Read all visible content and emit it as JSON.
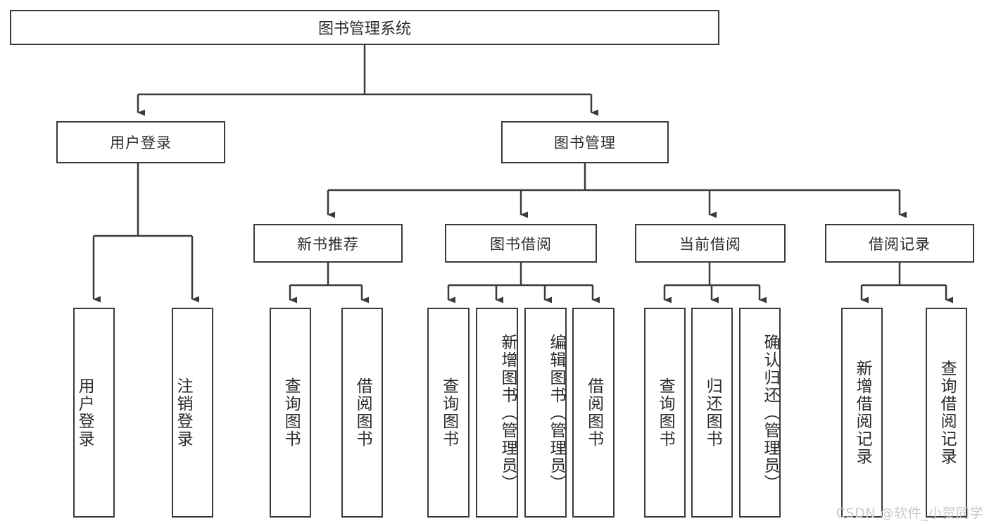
{
  "diagram": {
    "title": "图书管理系统",
    "type": "tree",
    "root": {
      "label": "图书管理系统"
    },
    "level2": [
      {
        "label": "用户登录"
      },
      {
        "label": "图书管理"
      }
    ],
    "level3": [
      {
        "label": "新书推荐"
      },
      {
        "label": "图书借阅"
      },
      {
        "label": "当前借阅"
      },
      {
        "label": "借阅记录"
      }
    ],
    "leaves": {
      "user_login": [
        {
          "label": "用户登录"
        },
        {
          "label": "注销登录"
        }
      ],
      "new_book_recommend": [
        {
          "label": "查询图书"
        },
        {
          "label": "借阅图书"
        }
      ],
      "book_borrow": [
        {
          "label": "查询图书"
        },
        {
          "label": "新增图书（管理员）"
        },
        {
          "label": "编辑图书（管理员）"
        },
        {
          "label": "借阅图书"
        }
      ],
      "current_borrow": [
        {
          "label": "查询图书"
        },
        {
          "label": "归还图书"
        },
        {
          "label": "确认归还（管理员）"
        }
      ],
      "borrow_records": [
        {
          "label": "新增借阅记录"
        },
        {
          "label": "查询借阅记录"
        }
      ]
    }
  },
  "watermark": {
    "text": "CSDN @软件_小贺同学"
  },
  "colors": {
    "background": "#ffffff",
    "box_border": "#3a3a3a",
    "text": "#2b2b2b",
    "connector": "#3a3a3a",
    "watermark": "#c9c9c9"
  }
}
